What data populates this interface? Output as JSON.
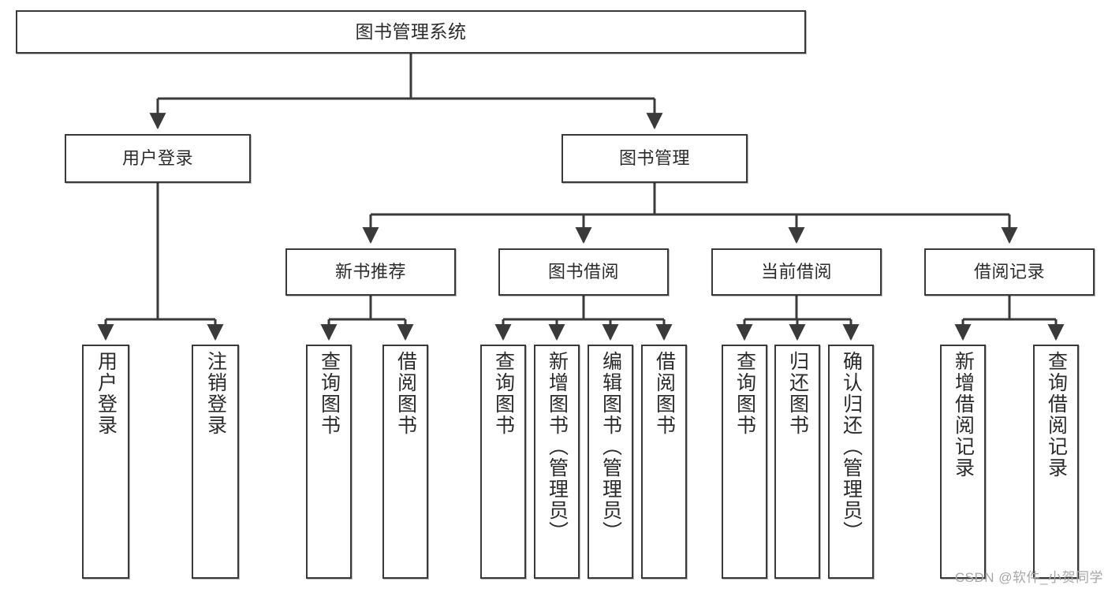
{
  "diagram": {
    "title": "图书管理系统",
    "type": "tree-hierarchy-chart",
    "stroke_color": "#3a3a3a",
    "fill_color": "#ffffff",
    "text_color": "#2b2b2b"
  },
  "nodes": {
    "root": {
      "label": "图书管理系统"
    },
    "level2": [
      {
        "label": "用户登录"
      },
      {
        "label": "图书管理"
      }
    ],
    "level3": [
      {
        "label": "新书推荐"
      },
      {
        "label": "图书借阅"
      },
      {
        "label": "当前借阅"
      },
      {
        "label": "借阅记录"
      }
    ],
    "leaves_user_login": [
      {
        "label": "用户登录"
      },
      {
        "label": "注销登录"
      }
    ],
    "leaves_new_book": [
      {
        "label": "查询图书"
      },
      {
        "label": "借阅图书"
      }
    ],
    "leaves_borrow": [
      {
        "label": "查询图书"
      },
      {
        "label": "新增图书（管理员）"
      },
      {
        "label": "编辑图书（管理员）"
      },
      {
        "label": "借阅图书"
      }
    ],
    "leaves_current": [
      {
        "label": "查询图书"
      },
      {
        "label": "归还图书"
      },
      {
        "label": "确认归还（管理员）"
      }
    ],
    "leaves_record": [
      {
        "label": "新增借阅记录"
      },
      {
        "label": "查询借阅记录"
      }
    ]
  },
  "watermark": {
    "text": "CSDN @软件_小贺同学"
  }
}
